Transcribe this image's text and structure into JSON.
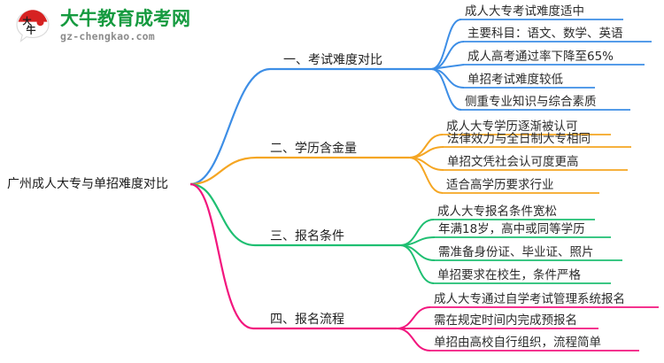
{
  "logo": {
    "icon": "speech-bubble-daniu-logo",
    "brand_char": "大牛",
    "title": "大牛教育成考网",
    "url_text": "gz-chengkao.com",
    "brand_color": "#159a3f",
    "accent_color": "#d62222"
  },
  "mindmap": {
    "type": "mindmap",
    "root": {
      "label": "广州成人大专与单招难度对比"
    },
    "branches": [
      {
        "index": "1",
        "label": "一、考试难度对比",
        "color": "#3d8ee6",
        "leaves": [
          "成人大专考试难度适中",
          "主要科目：语文、数学、英语",
          "成人高考通过率下降至65%",
          "单招考试难度较低",
          "侧重专业知识与综合素质"
        ]
      },
      {
        "index": "2",
        "label": "二、学历含金量",
        "color": "#f5a623",
        "leaves": [
          "成人大专学历逐渐被认可",
          "法律效力与全日制大专相同",
          "单招文凭社会认可度更高",
          "适合高学历要求行业"
        ]
      },
      {
        "index": "3",
        "label": "三、报名条件",
        "color": "#1fbf72",
        "leaves": [
          "成人大专报名条件宽松",
          "年满18岁，高中或同等学历",
          "需准备身份证、毕业证、照片",
          "单招要求在校生，条件严格"
        ]
      },
      {
        "index": "4",
        "label": "四、报名流程",
        "color": "#f2167e",
        "leaves": [
          "成人大专通过自学考试管理系统报名",
          "需在规定时间内完成预报名",
          "单招由高校自行组织，流程简单"
        ]
      }
    ]
  }
}
